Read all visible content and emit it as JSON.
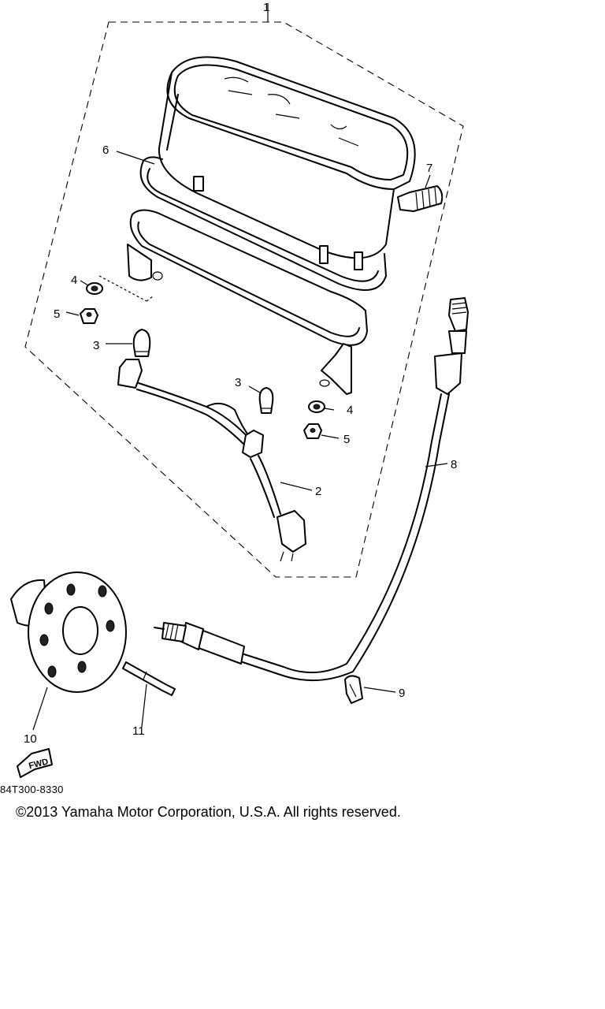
{
  "callouts": {
    "c1": "1",
    "c2": "2",
    "c3a": "3",
    "c3b": "3",
    "c4a": "4",
    "c4b": "4",
    "c5a": "5",
    "c5b": "5",
    "c6": "6",
    "c7": "7",
    "c8": "8",
    "c9": "9",
    "c10": "10",
    "c11": "11"
  },
  "fwd_label": "FWD",
  "part_code": "84T300-8330",
  "copyright": "©2013 Yamaha Motor Corporation, U.S.A. All rights reserved."
}
